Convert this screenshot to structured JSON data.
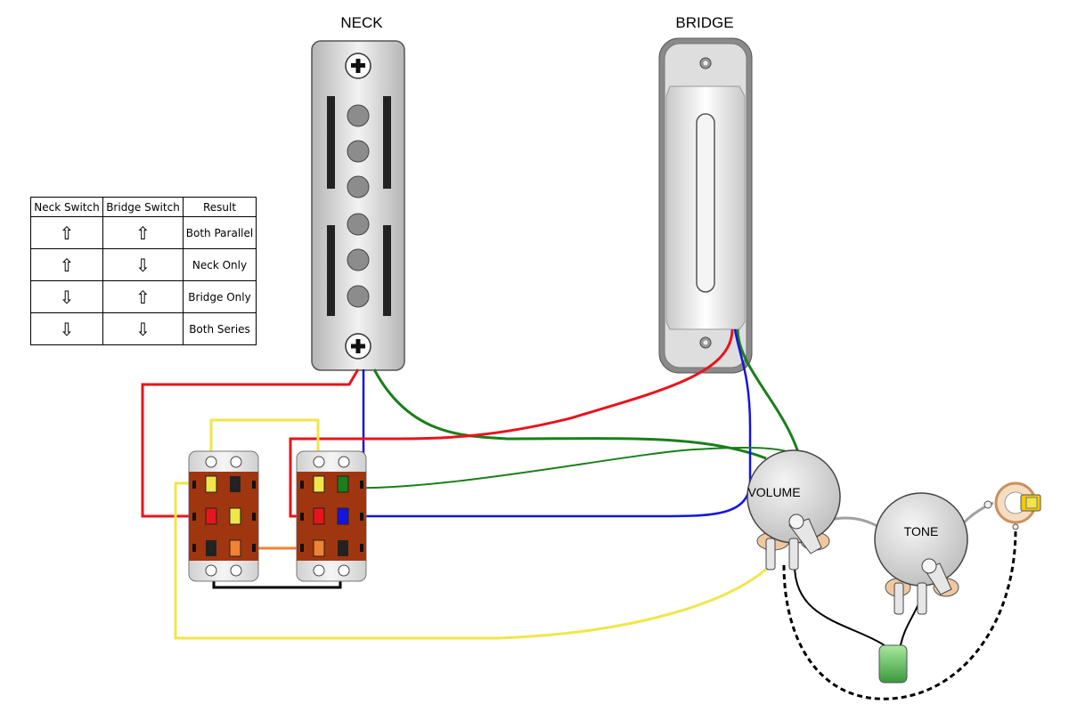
{
  "labels": {
    "neck": "NECK",
    "bridge": "BRIDGE",
    "volume": "VOLUME",
    "tone": "TONE"
  },
  "table": {
    "headers": [
      "Neck Switch",
      "Bridge Switch",
      "Result"
    ],
    "rows": [
      {
        "neck": "up",
        "bridge": "up",
        "result": "Both Parallel"
      },
      {
        "neck": "up",
        "bridge": "down",
        "result": "Neck Only"
      },
      {
        "neck": "down",
        "bridge": "up",
        "result": "Bridge Only"
      },
      {
        "neck": "down",
        "bridge": "down",
        "result": "Both Series"
      }
    ]
  },
  "arrows": {
    "up": "⇧",
    "down": "⇩"
  },
  "colors": {
    "red": "#e8141c",
    "green": "#1a7f1a",
    "blue": "#1414e0",
    "yellow": "#f0e64a",
    "orange": "#f08232",
    "black": "#000000",
    "gray": "#a0a0a0",
    "switch_body": "#a0360f",
    "pickup_neck": "#d9d9d9",
    "pot_body": "#dcdcdc"
  }
}
